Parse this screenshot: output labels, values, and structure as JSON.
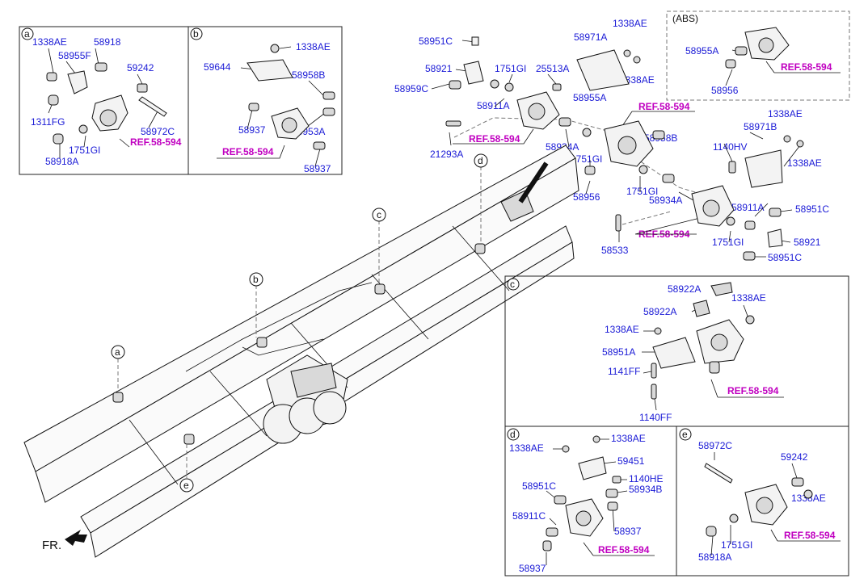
{
  "panels": {
    "a": {
      "letter": "a",
      "labels": [
        "1338AE",
        "58918",
        "58955F",
        "59242",
        "1311FG",
        "58972C",
        "1751GI",
        "58918A"
      ],
      "ref": "REF.58-594"
    },
    "b": {
      "letter": "b",
      "labels": [
        "1338AE",
        "59644",
        "58958B",
        "58937",
        "58953A",
        "58937"
      ],
      "ref": "REF.58-594"
    },
    "abs": {
      "title": "(ABS)",
      "labels": [
        "58955A",
        "58956"
      ],
      "ref": "REF.58-594"
    },
    "c": {
      "letter": "c",
      "labels": [
        "58922A",
        "58922A",
        "1338AE",
        "1338AE",
        "58951A",
        "1141FF",
        "1140FF"
      ],
      "ref": "REF.58-594"
    },
    "d": {
      "letter": "d",
      "labels": [
        "1338AE",
        "1338AE",
        "59451",
        "1140HE",
        "58951C",
        "58934B",
        "58911C",
        "58937",
        "58937"
      ],
      "ref": "REF.58-594"
    },
    "e": {
      "letter": "e",
      "labels": [
        "58972C",
        "59242",
        "1338AE",
        "1751GI",
        "58918A"
      ],
      "ref": "REF.58-594"
    }
  },
  "main": {
    "labels": [
      "1338AE",
      "58951C",
      "58971A",
      "58921",
      "1751GI",
      "25513A",
      "1338AE",
      "58959C",
      "58911A",
      "58955A",
      "21293A",
      "58934A",
      "58958B",
      "1751GI",
      "58956",
      "1751GI",
      "58934A",
      "1338AE",
      "58971B",
      "1140HV",
      "1338AE",
      "58911A",
      "58951C",
      "58533",
      "1751GI",
      "58921",
      "58951C"
    ],
    "refs": [
      "REF.58-594",
      "REF.58-594",
      "REF.58-594"
    ]
  },
  "callouts": [
    "a",
    "b",
    "c",
    "d",
    "e"
  ],
  "front_label": "FR."
}
